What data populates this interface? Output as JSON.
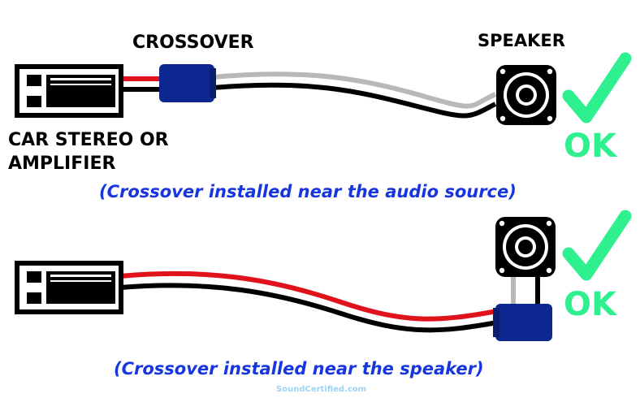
{
  "labels": {
    "crossover": "CROSSOVER",
    "speaker": "SPEAKER",
    "source_line1": "CAR STEREO OR",
    "source_line2": "AMPLIFIER"
  },
  "captions": {
    "top": "(Crossover installed near the audio source)",
    "bottom": "(Crossover installed near the speaker)"
  },
  "status": {
    "top": "OK",
    "bottom": "OK"
  },
  "watermark": "SoundCertified.com",
  "colors": {
    "crossover_box": "#0d2790",
    "caption_text": "#1736e0",
    "ok_green": "#2ff08f",
    "wire_red": "#e0121c",
    "wire_gray": "#b8b8b8",
    "wire_black": "#000000",
    "watermark": "#9ed3f5"
  },
  "icons": {
    "source": "car-stereo-icon",
    "speaker": "speaker-icon",
    "check": "check-mark-icon"
  }
}
